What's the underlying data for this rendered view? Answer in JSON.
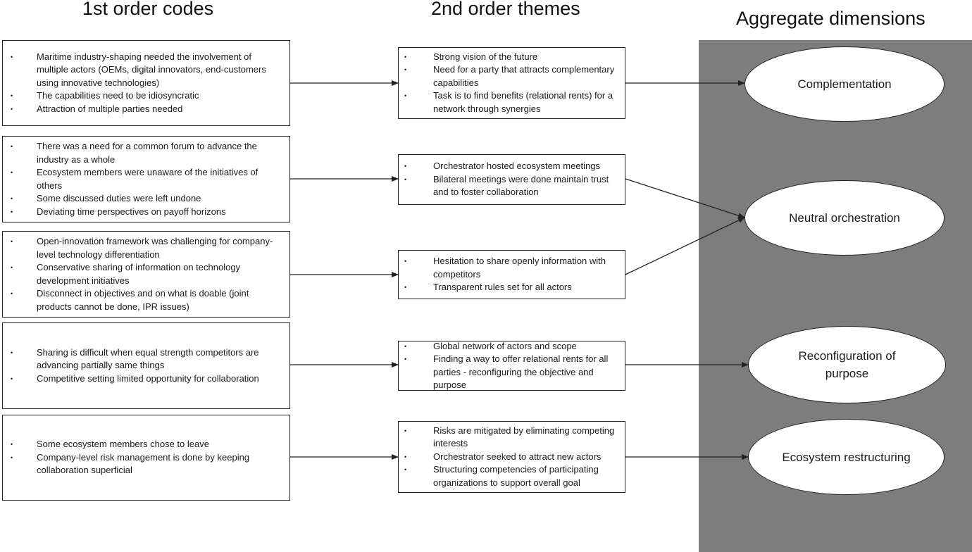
{
  "headings": {
    "codes": "1st order codes",
    "themes": "2nd order themes",
    "dimensions": "Aggregate dimensions"
  },
  "codes": [
    {
      "items": [
        "Maritime industry-shaping needed the involvement of multiple actors (OEMs, digital innovators, end-customers using innovative technologies)",
        "The capabilities need to be idiosyncratic",
        "Attraction of multiple parties needed"
      ]
    },
    {
      "items": [
        "There was a need for a common forum to advance the industry as a whole",
        "Ecosystem members were unaware of  the initiatives of others",
        "Some discussed duties were left undone",
        "Deviating time perspectives on payoff horizons"
      ]
    },
    {
      "items": [
        "Open-innovation framework was challenging for company-level technology differentiation",
        "Conservative sharing of information on technology development initiatives",
        "Disconnect in objectives and on what is doable (joint products cannot be done, IPR issues)"
      ]
    },
    {
      "items": [
        "Sharing is difficult when equal strength competitors are advancing partially same things",
        "Competitive setting limited opportunity for collaboration"
      ]
    },
    {
      "items": [
        "Some ecosystem members chose to leave",
        "Company-level risk management is done by keeping collaboration superficial"
      ]
    }
  ],
  "themes": [
    {
      "items": [
        "Strong vision of the future",
        "Need for a party that attracts complementary capabilities",
        "Task is to find benefits (relational rents) for a network through synergies"
      ]
    },
    {
      "items": [
        "Orchestrator hosted ecosystem meetings",
        "Bilateral meetings were done maintain trust and to foster collaboration"
      ]
    },
    {
      "items": [
        "Hesitation to share openly information with competitors",
        "Transparent rules set for all actors"
      ]
    },
    {
      "items": [
        "Global network of actors and scope",
        "Finding a way to offer relational rents for all parties - reconfiguring the objective  and purpose"
      ]
    },
    {
      "items": [
        "Risks are mitigated by eliminating competing interests",
        "Orchestrator seeked to attract new actors",
        "Structuring competencies of participating organizations to support overall goal"
      ]
    }
  ],
  "dimensions": [
    {
      "label": "Complementation"
    },
    {
      "label": "Neutral orchestration"
    },
    {
      "label": "Reconfiguration of purpose"
    },
    {
      "label": "Ecosystem restructuring"
    }
  ],
  "colors": {
    "panel": "#7d7d7d",
    "stroke": "#222222"
  }
}
